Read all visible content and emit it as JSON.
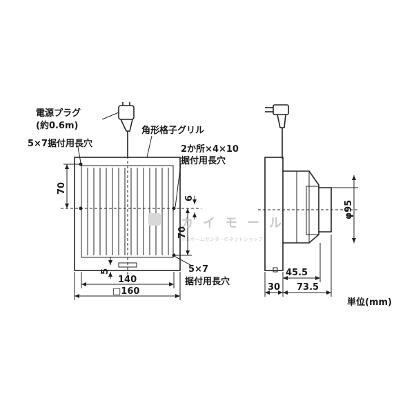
{
  "labels": {
    "plug": "電源プラグ",
    "plug_length": "(約0.6m)",
    "slot_left": "5×7据付用長穴",
    "grille": "角形格子グリル",
    "mount_holes_1": "2か所×4×10",
    "mount_holes_2": "据付用長穴",
    "slot_br_1": "5×7",
    "slot_br_2": "据付用長穴",
    "unit": "単位(mm)"
  },
  "dimensions": {
    "left_70": "70",
    "right_70": "70",
    "six": "6",
    "five": "5",
    "w140": "140",
    "w160": "□160",
    "d95": "φ95",
    "d45_5": "45.5",
    "d30": "30",
    "d73_5": "73.5"
  },
  "watermark": {
    "main": "カイモール",
    "sub": "ァルホームセンターのネットショップ"
  }
}
